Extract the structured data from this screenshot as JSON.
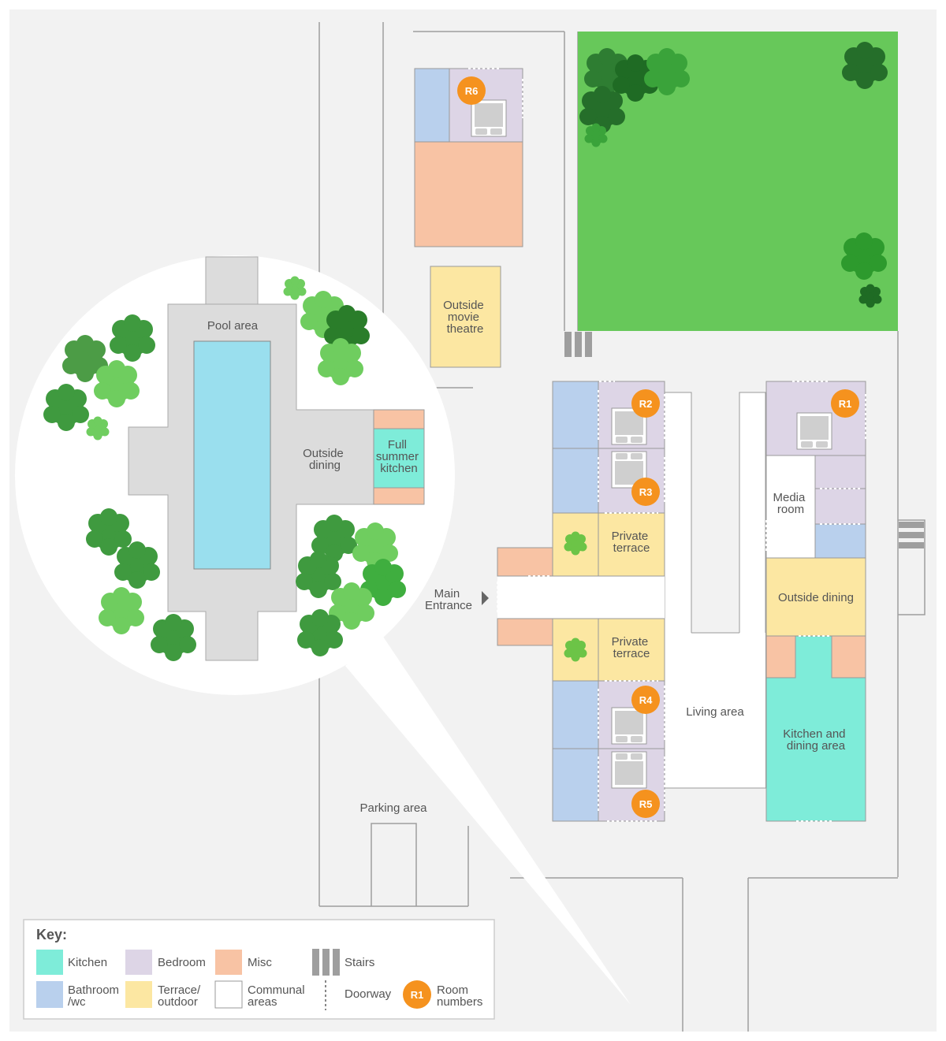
{
  "colors": {
    "background": "#f2f2f2",
    "kitchen": "#7eecd9",
    "bedroom": "#ddd5e6",
    "misc": "#f8c3a4",
    "bathroom": "#b9d0ed",
    "terrace": "#fce7a2",
    "communal": "#ffffff",
    "lawn": "#67c85a",
    "pool": "#9adfee",
    "pool_deck": "#dcdcdc",
    "room_badge": "#f5921e",
    "tree_dark": "#2e7d32",
    "tree_mid": "#4caf50",
    "tree_light": "#7bd36b"
  },
  "labels": {
    "pool_area": "Pool area",
    "outside_dining_pool": [
      "Outside",
      "dining"
    ],
    "summer_kitchen": [
      "Full",
      "summer",
      "kitchen"
    ],
    "movie_theatre": [
      "Outside",
      "movie",
      "theatre"
    ],
    "main_entrance": [
      "Main",
      "Entrance"
    ],
    "private_terrace_upper": [
      "Private",
      "terrace"
    ],
    "private_terrace_lower": [
      "Private",
      "terrace"
    ],
    "media_room": [
      "Media",
      "room"
    ],
    "outside_dining_house": "Outside dining",
    "kitchen_dining": [
      "Kitchen and",
      "dining area"
    ],
    "living_area": "Living area",
    "parking_area": "Parking area"
  },
  "rooms": {
    "r1": "R1",
    "r2": "R2",
    "r3": "R3",
    "r4": "R4",
    "r5": "R5",
    "r6": "R6"
  },
  "key": {
    "title": "Key:",
    "kitchen": "Kitchen",
    "bedroom": "Bedroom",
    "misc": "Misc",
    "stairs": "Stairs",
    "bathroom": [
      "Bathroom",
      "/wc"
    ],
    "terrace": [
      "Terrace/",
      "outdoor"
    ],
    "communal": [
      "Communal",
      "areas"
    ],
    "doorway": "Doorway",
    "room_badge": "R1",
    "room_numbers": [
      "Room",
      "numbers"
    ]
  }
}
